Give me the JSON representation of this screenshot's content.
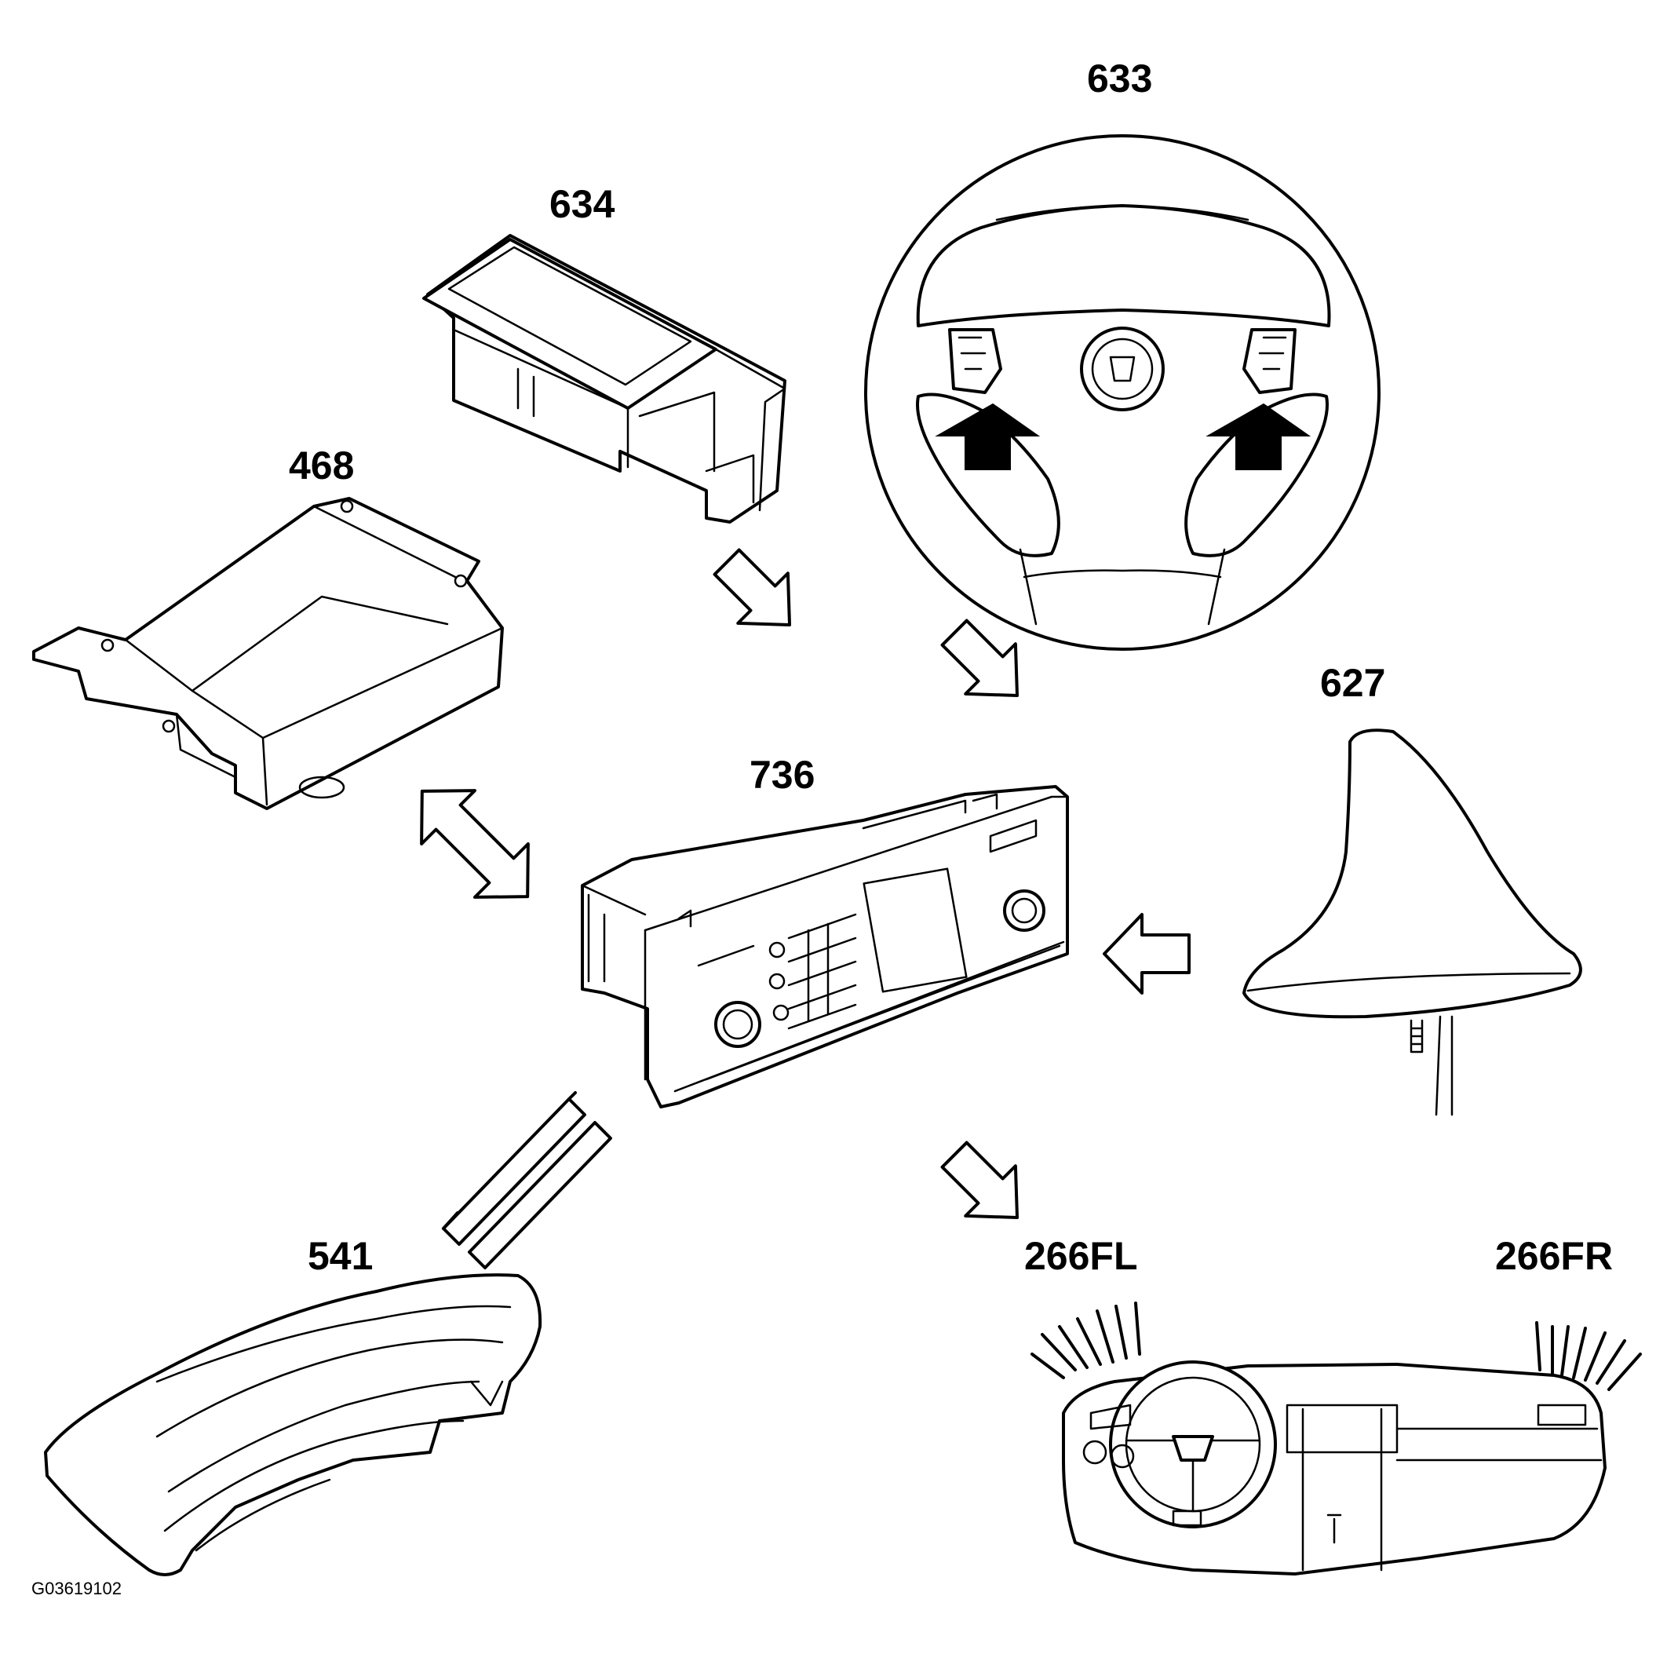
{
  "labels": {
    "c633": "633",
    "c634": "634",
    "c468": "468",
    "c627": "627",
    "c736": "736",
    "c541": "541",
    "c266fl": "266FL",
    "c266fr": "266FR"
  },
  "figure_id": "G03619102"
}
